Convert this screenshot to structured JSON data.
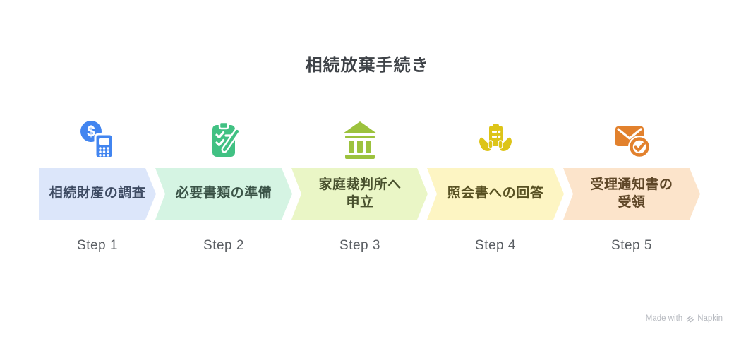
{
  "title": "相続放棄手続き",
  "steps": [
    {
      "label": "相続財産の調査",
      "step_label": "Step 1",
      "icon": "money-calculator-icon",
      "chevron_color": "#dce6fa",
      "icon_color": "#4285f0",
      "text_color": "#3e4b63"
    },
    {
      "label": "必要書類の準備",
      "step_label": "Step 2",
      "icon": "clipboard-check-pen-icon",
      "chevron_color": "#d5f4e3",
      "icon_color": "#41c183",
      "text_color": "#3a5347"
    },
    {
      "label": "家庭裁判所へ\n申立",
      "step_label": "Step 3",
      "icon": "courthouse-icon",
      "chevron_color": "#eaf6c6",
      "icon_color": "#9cc23d",
      "text_color": "#49512e"
    },
    {
      "label": "照会書への回答",
      "step_label": "Step 4",
      "icon": "hands-holding-document-icon",
      "chevron_color": "#fdf5c3",
      "icon_color": "#ddc418",
      "text_color": "#585122"
    },
    {
      "label": "受理通知書の\n受領",
      "step_label": "Step 5",
      "icon": "mail-check-icon",
      "chevron_color": "#fce4cb",
      "icon_color": "#e2812d",
      "text_color": "#5e4627"
    }
  ],
  "watermark": {
    "prefix": "Made with",
    "brand": "Napkin"
  }
}
